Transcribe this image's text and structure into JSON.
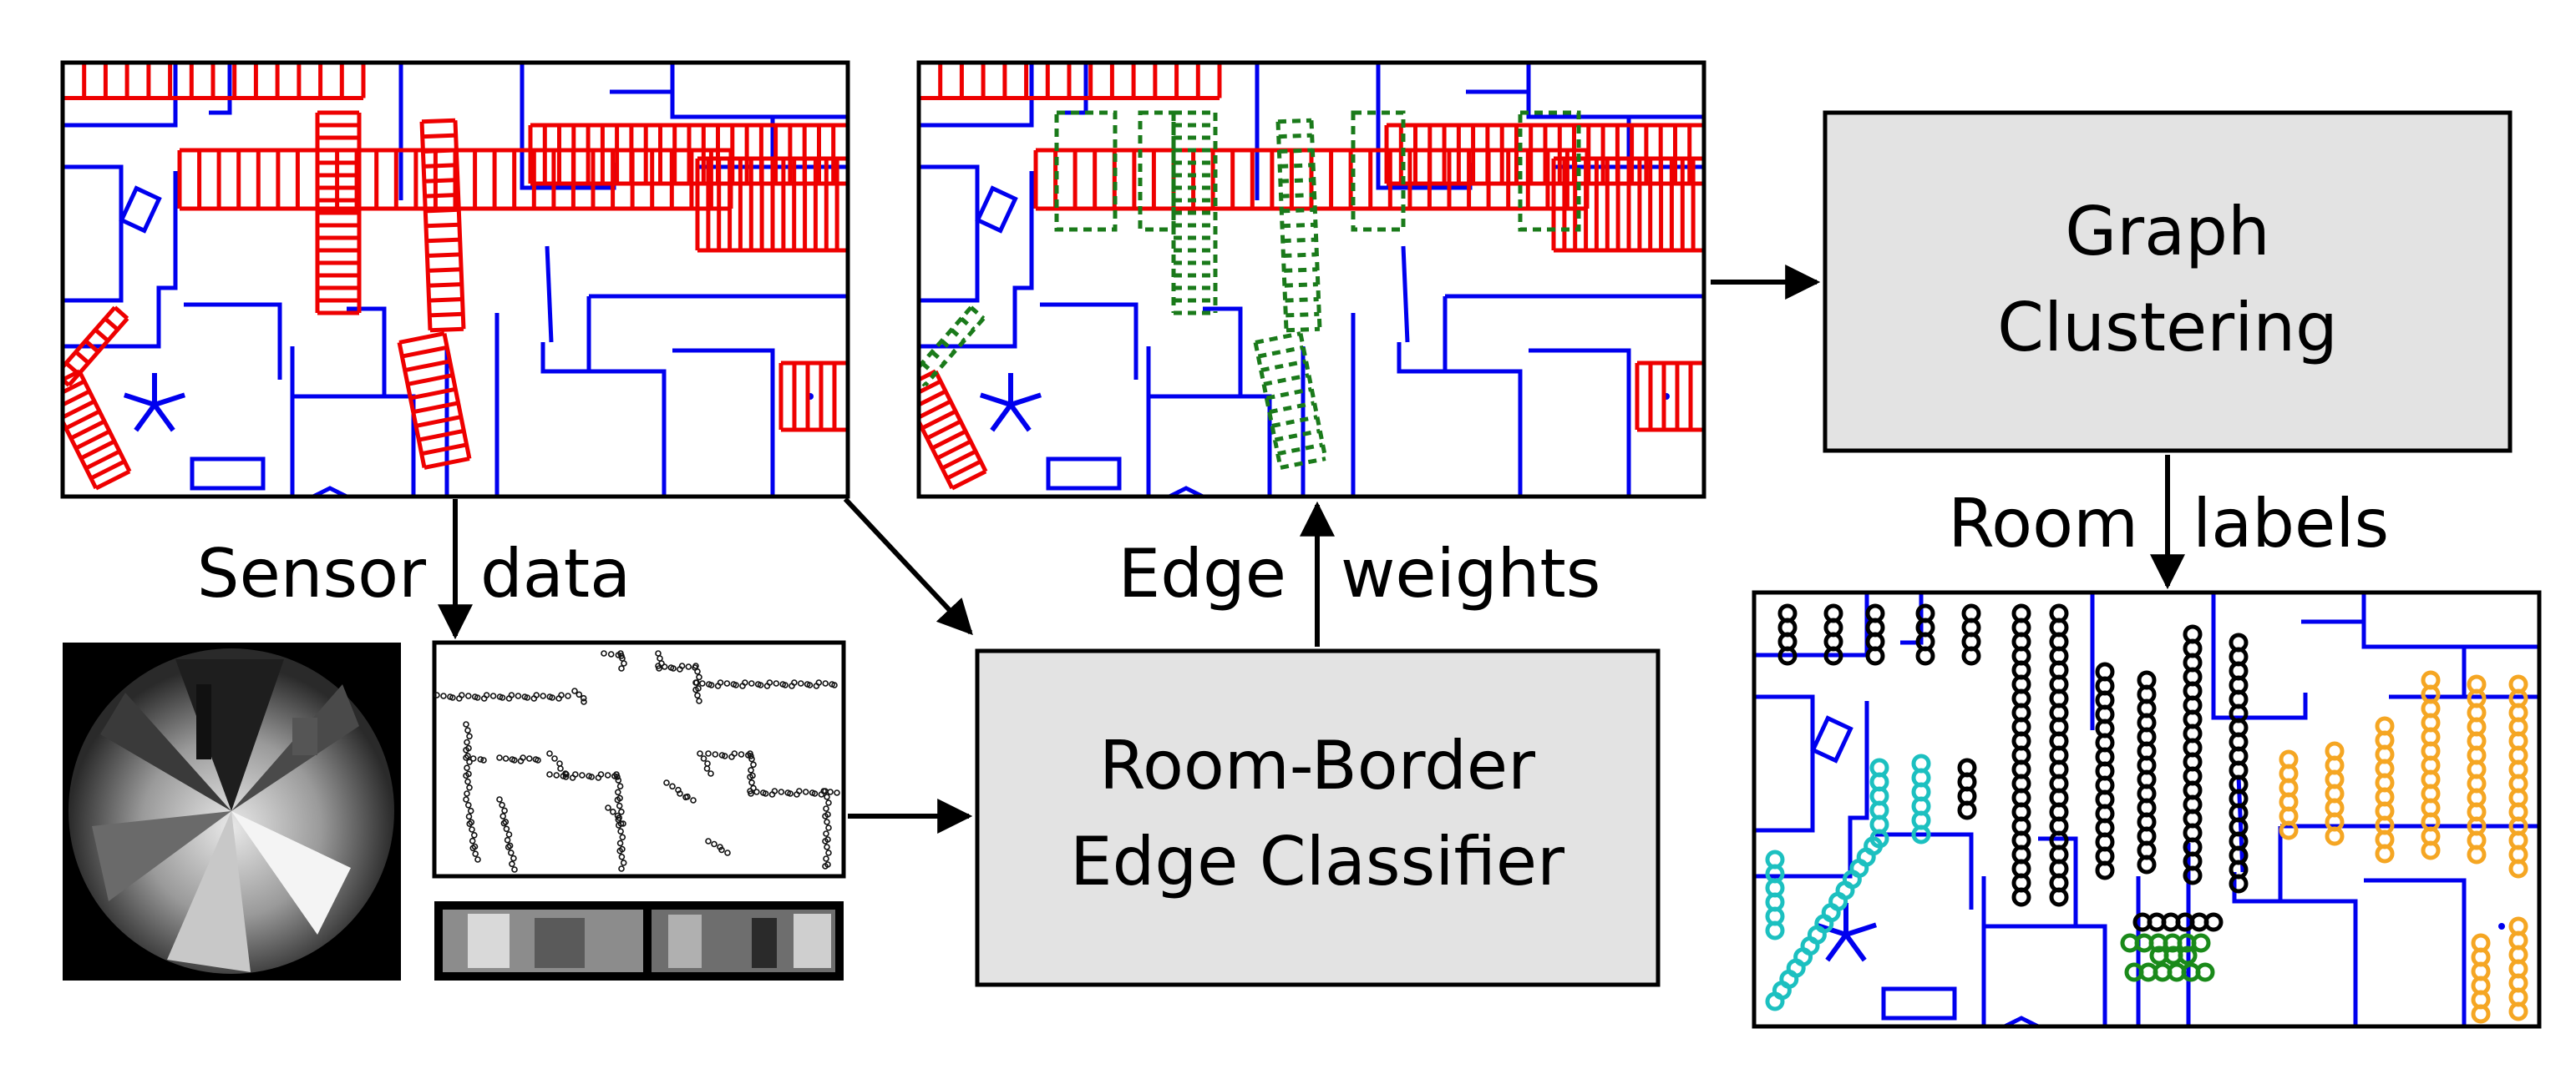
{
  "boxes": {
    "classifier_line1": "Room-Border",
    "classifier_line2": "Edge Classifier",
    "clustering_line1": "Graph",
    "clustering_line2": "Clustering"
  },
  "arrows": {
    "sensor_left": "Sensor",
    "sensor_right": "data",
    "edge_left": "Edge",
    "edge_right": "weights",
    "room_left": "Room",
    "room_right": "labels"
  },
  "colors": {
    "wall": "#0000ee",
    "graph_edge": "#ee0000",
    "border_edge": "#1a7a1a",
    "box_fill": "#e3e3e3",
    "cluster_black": "#000000",
    "cluster_cyan": "#1cc0c0",
    "cluster_orange": "#f5a623",
    "cluster_green": "#1a8a1a"
  }
}
